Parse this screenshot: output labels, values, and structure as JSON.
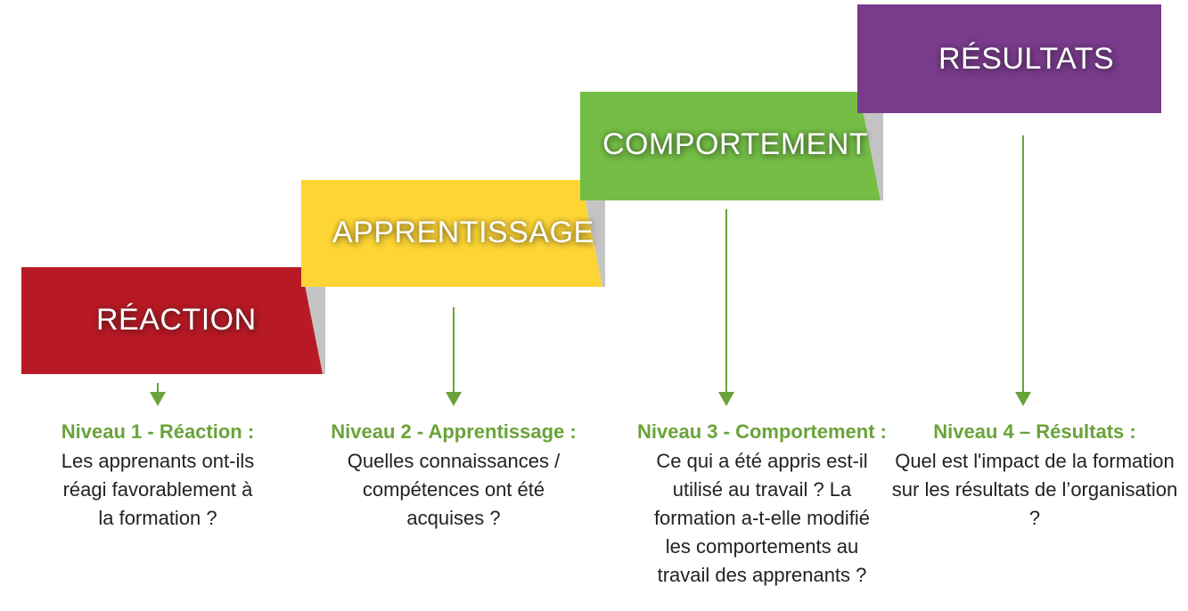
{
  "colors": {
    "reaction": "#b81a25",
    "apprentissage": "#fdd535",
    "comportement": "#74be45",
    "resultats": "#793b8c",
    "side": "#c4c4c4",
    "arrow": "#6aa339"
  },
  "steps": [
    {
      "label": "RÉACTION",
      "level_title": "Niveau 1 - Réaction :",
      "question": "Les apprenants ont-ils réagi favorablement à la formation ?"
    },
    {
      "label": "APPRENTISSAGE",
      "level_title": "Niveau 2 - Apprentissage :",
      "question": "Quelles connaissances / compétences ont été acquises ?"
    },
    {
      "label": "COMPORTEMENT",
      "level_title": "Niveau 3 - Comportement :",
      "question": "Ce qui a été appris est-il utilisé au travail ? La formation a-t-elle modifié les comportements au travail des apprenants ?"
    },
    {
      "label": "RÉSULTATS",
      "level_title": "Niveau 4 – Résultats :",
      "question": "Quel est l'impact de la formation sur les résultats de l’organisation ?"
    }
  ]
}
